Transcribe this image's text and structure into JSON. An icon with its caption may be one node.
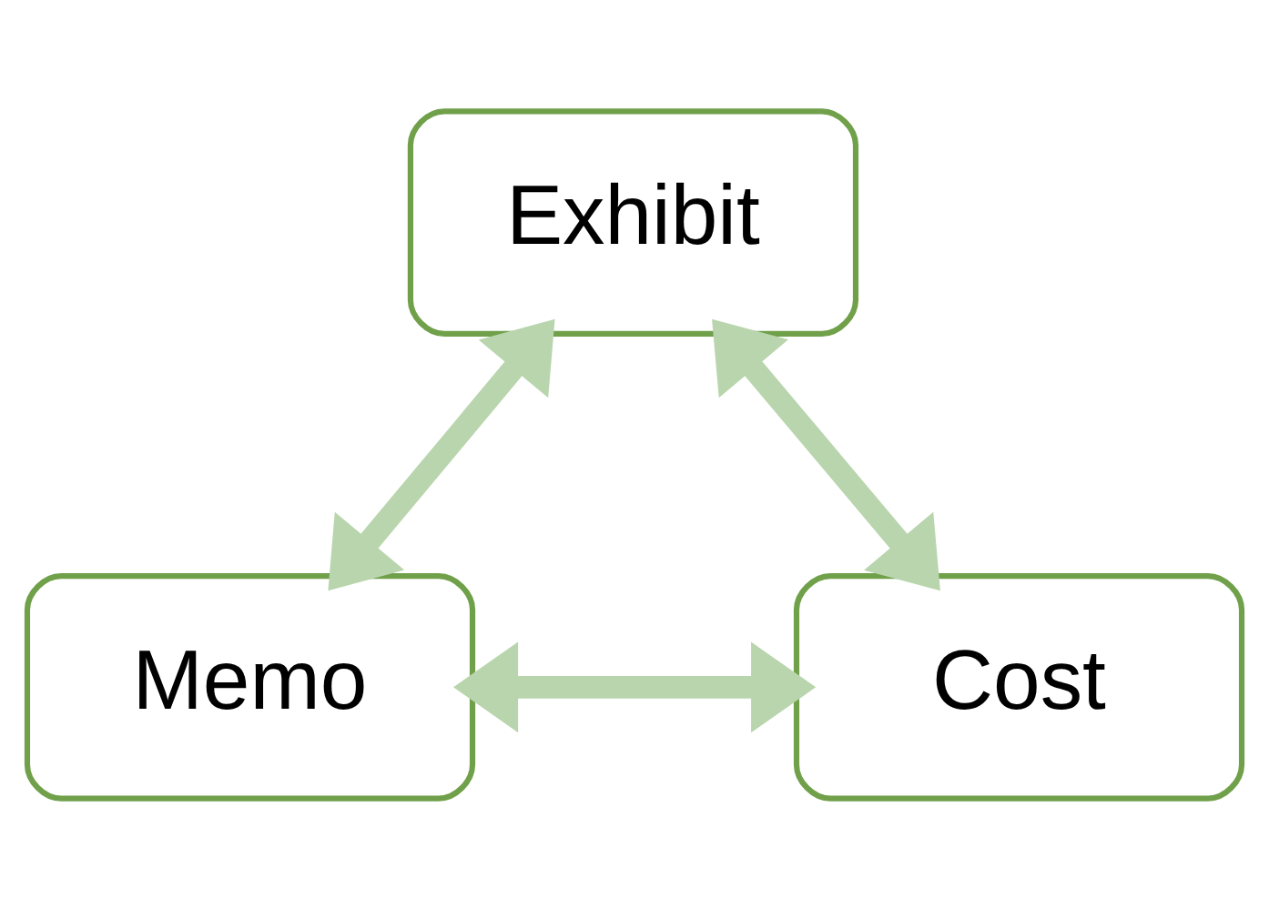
{
  "diagram": {
    "nodes": [
      {
        "text": [
          "Exhibit"
        ]
      },
      {
        "text": [
          "Memo"
        ]
      },
      {
        "text": [
          "Cost"
        ]
      }
    ],
    "edges": [
      {
        "from": 0,
        "to": 1,
        "arrow": "both"
      },
      {
        "from": 0,
        "to": 2,
        "arrow": "both"
      },
      {
        "from": 1,
        "to": 2,
        "arrow": "both"
      }
    ]
  }
}
